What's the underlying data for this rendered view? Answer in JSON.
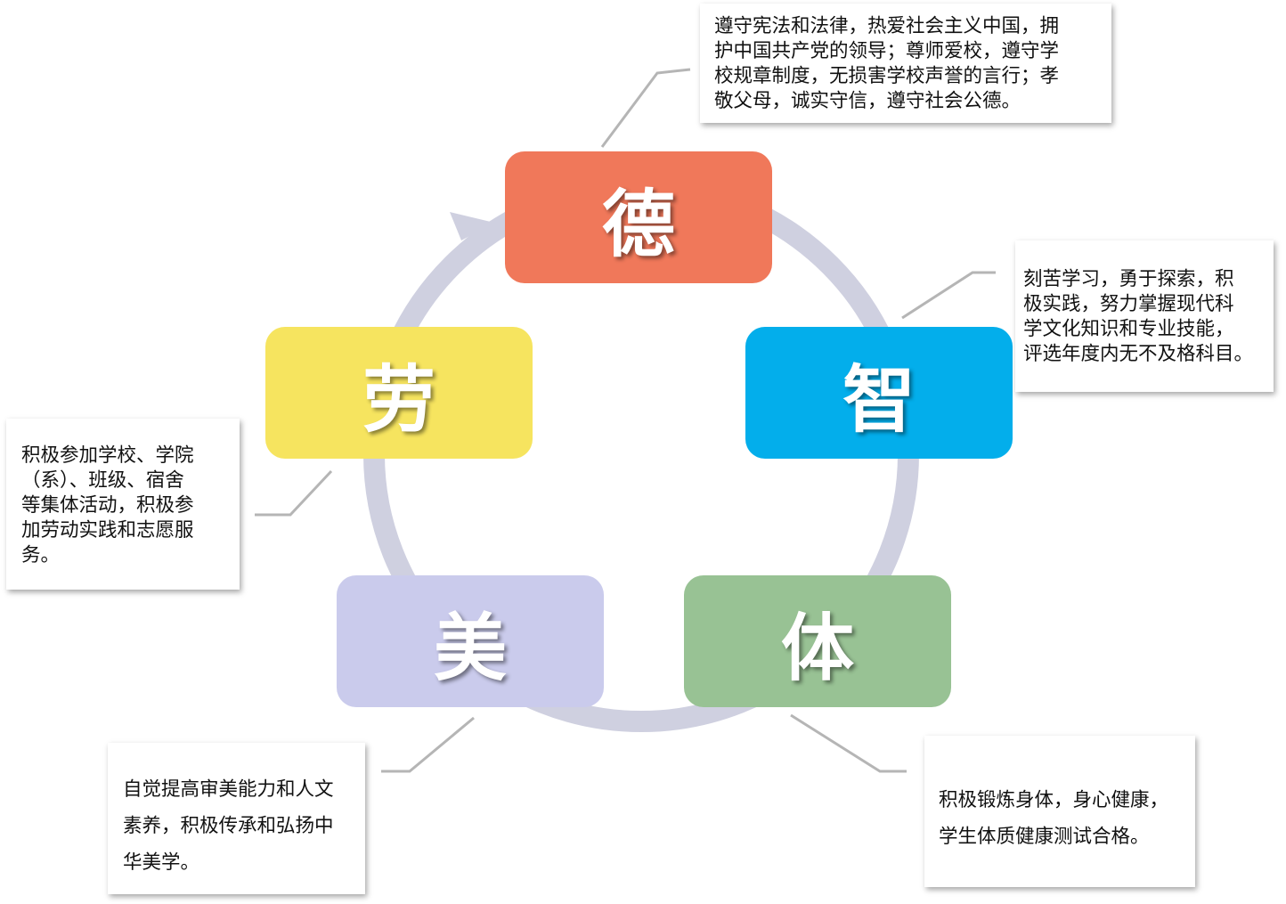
{
  "nodes": {
    "de": {
      "label": "德",
      "color": "#F0785A"
    },
    "zhi": {
      "label": "智",
      "color": "#03AEEB"
    },
    "ti": {
      "label": "体",
      "color": "#98C294"
    },
    "mei": {
      "label": "美",
      "color": "#CACBEC"
    },
    "lao": {
      "label": "劳",
      "color": "#F6E45F"
    }
  },
  "callouts": {
    "de": [
      "遵守宪法和法律，热爱社会主义中国，拥",
      "护中国共产党的领导；尊师爱校，遵守学",
      "校规章制度，无损害学校声誉的言行；孝",
      "敬父母，诚实守信，遵守社会公德。"
    ],
    "zhi": [
      "刻苦学习，勇于探索，积",
      "极实践，努力掌握现代科",
      "学文化知识和专业技能，",
      "评选年度内无不及格科目。"
    ],
    "ti": [
      "积极锻炼身体，身心健康，",
      "学生体质健康测试合格。"
    ],
    "mei": [
      "自觉提高审美能力和人文",
      "素养，积极传承和弘扬中",
      "华美学。"
    ],
    "lao": [
      "积极参加学校、学院",
      "（系）、班级、宿舍",
      "等集体活动，积极参",
      "加劳动实践和志愿服",
      "务。"
    ]
  },
  "colors": {
    "ring": "#CFD0E0",
    "connector": "#B5B5B5"
  }
}
